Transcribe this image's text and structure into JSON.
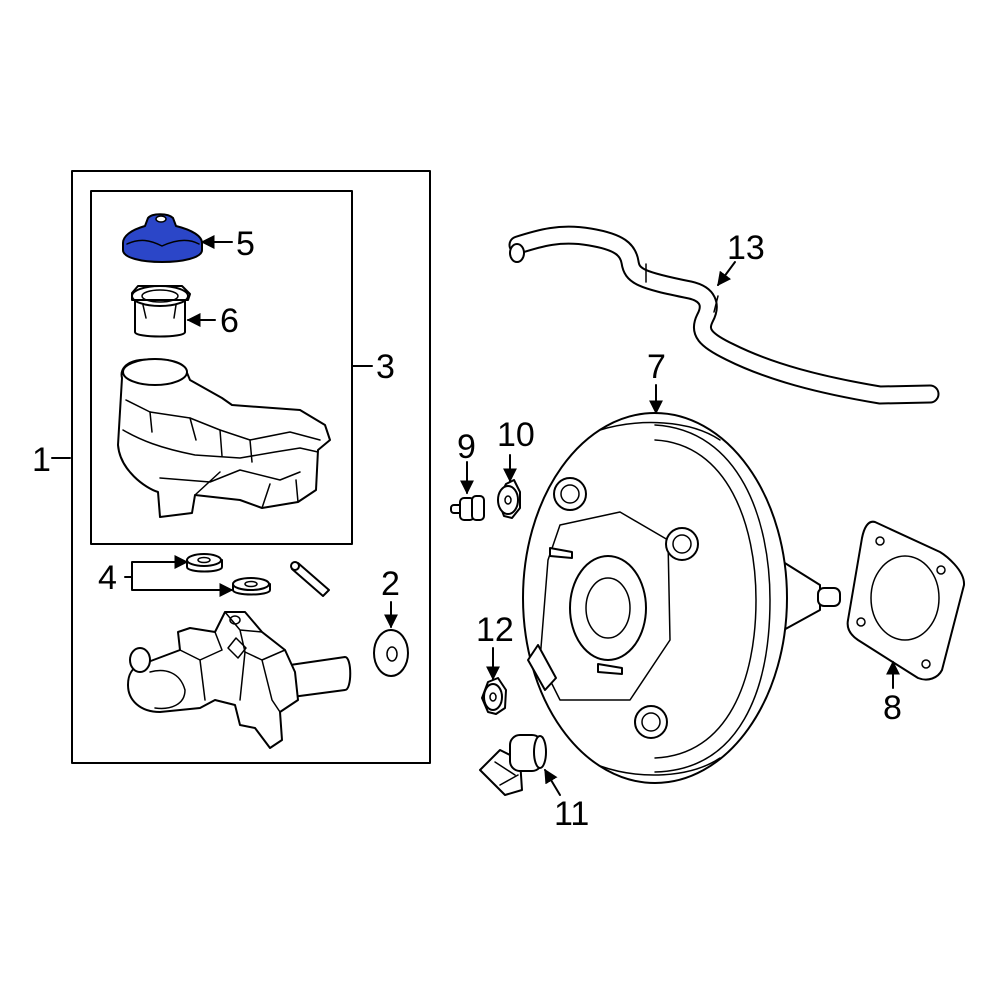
{
  "colors": {
    "background": "#ffffff",
    "line": "#000000",
    "highlight": "#2b46c8"
  },
  "highlighted_part": "5",
  "callouts": {
    "c1": "1",
    "c2": "2",
    "c3": "3",
    "c4": "4",
    "c5": "5",
    "c6": "6",
    "c7": "7",
    "c8": "8",
    "c9": "9",
    "c10": "10",
    "c11": "11",
    "c12": "12",
    "c13": "13"
  }
}
